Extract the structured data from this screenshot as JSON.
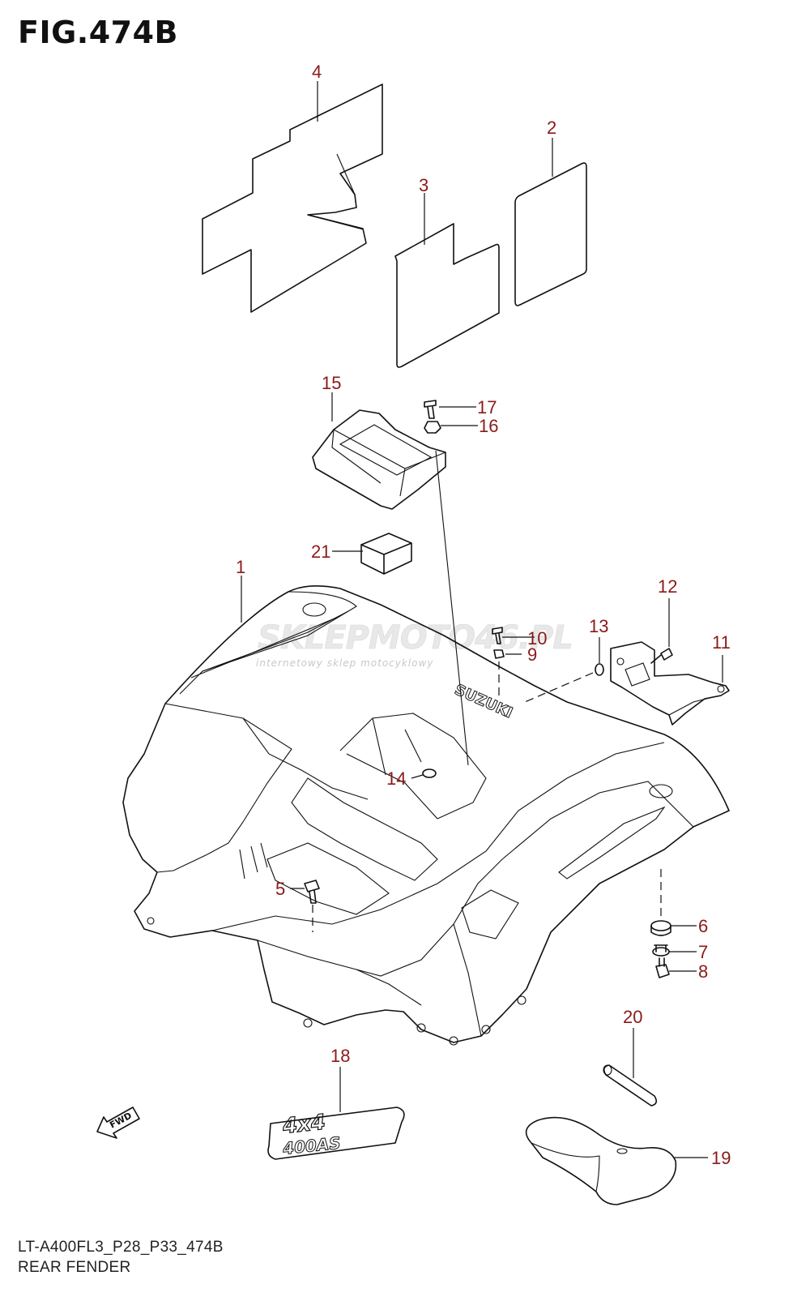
{
  "figure_title": "FIG.474B",
  "footer": {
    "model_code": "LT-A400FL3_P28_P33_474B",
    "section_name": "REAR FENDER"
  },
  "watermark": {
    "brand": "SKLEPMOTO46.PL",
    "tagline": "internetowy sklep motocyklowy"
  },
  "part_text": {
    "fender_brand": "SUZUKI",
    "emblem_top": "4x4",
    "emblem_bottom": "400AS",
    "direction_arrow": "FWD"
  },
  "callouts": [
    {
      "id": "1",
      "label": "1"
    },
    {
      "id": "2",
      "label": "2"
    },
    {
      "id": "3",
      "label": "3"
    },
    {
      "id": "4",
      "label": "4"
    },
    {
      "id": "5",
      "label": "5"
    },
    {
      "id": "6",
      "label": "6"
    },
    {
      "id": "7",
      "label": "7"
    },
    {
      "id": "8",
      "label": "8"
    },
    {
      "id": "9",
      "label": "9"
    },
    {
      "id": "10",
      "label": "10"
    },
    {
      "id": "11",
      "label": "11"
    },
    {
      "id": "12",
      "label": "12"
    },
    {
      "id": "13",
      "label": "13"
    },
    {
      "id": "14",
      "label": "14"
    },
    {
      "id": "15",
      "label": "15"
    },
    {
      "id": "16",
      "label": "16"
    },
    {
      "id": "17",
      "label": "17"
    },
    {
      "id": "18",
      "label": "18"
    },
    {
      "id": "19",
      "label": "19"
    },
    {
      "id": "20",
      "label": "20"
    },
    {
      "id": "21",
      "label": "21"
    }
  ],
  "colors": {
    "callout": "#8b1a1a",
    "line": "#111111"
  }
}
